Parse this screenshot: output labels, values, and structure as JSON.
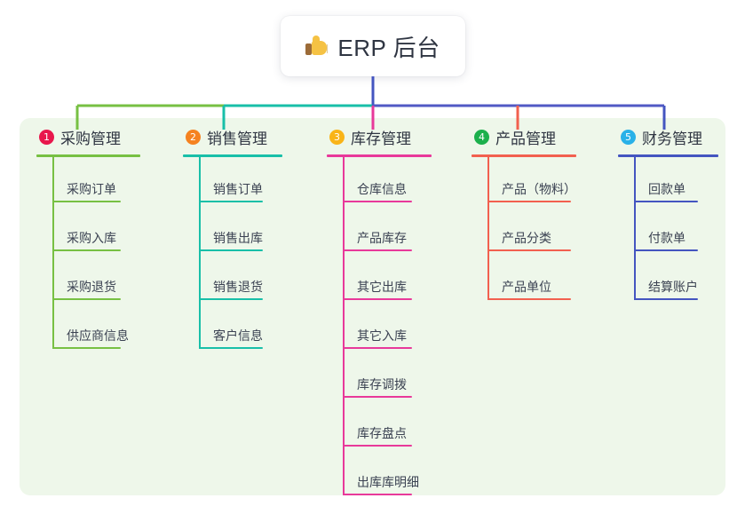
{
  "root": {
    "icon": "thumbs-up-icon",
    "title": "ERP 后台"
  },
  "palette": {
    "panel_bg": "#eef7ea",
    "page_bg": "#ffffff",
    "text": "#2f3542",
    "bus_left": "#77c043",
    "bus_mid": "#18bfa8",
    "bus_right": "#5159c4",
    "stem": "#4455c0"
  },
  "columns": [
    {
      "index": "1",
      "title": "采购管理",
      "badge_color": "#e8174c",
      "line_color": "#77c043",
      "drop_color": "#77c043",
      "items": [
        "采购订单",
        "采购入库",
        "采购退货",
        "供应商信息"
      ]
    },
    {
      "index": "2",
      "title": "销售管理",
      "badge_color": "#f58220",
      "line_color": "#18bfa8",
      "drop_color": "#18bfa8",
      "items": [
        "销售订单",
        "销售出库",
        "销售退货",
        "客户信息"
      ]
    },
    {
      "index": "3",
      "title": "库存管理",
      "badge_color": "#f9b418",
      "line_color": "#e8399a",
      "drop_color": "#e8399a",
      "items": [
        "仓库信息",
        "产品库存",
        "其它出库",
        "其它入库",
        "库存调拨",
        "库存盘点",
        "出库库明细"
      ]
    },
    {
      "index": "4",
      "title": "产品管理",
      "badge_color": "#1bb04c",
      "line_color": "#f2604f",
      "drop_color": "#f2604f",
      "items": [
        "产品（物料）",
        "产品分类",
        "产品单位"
      ]
    },
    {
      "index": "5",
      "title": "财务管理",
      "badge_color": "#29b1e8",
      "line_color": "#4455c0",
      "drop_color": "#4455c0",
      "items": [
        "回款单",
        "付款单",
        "结算账户"
      ]
    }
  ]
}
